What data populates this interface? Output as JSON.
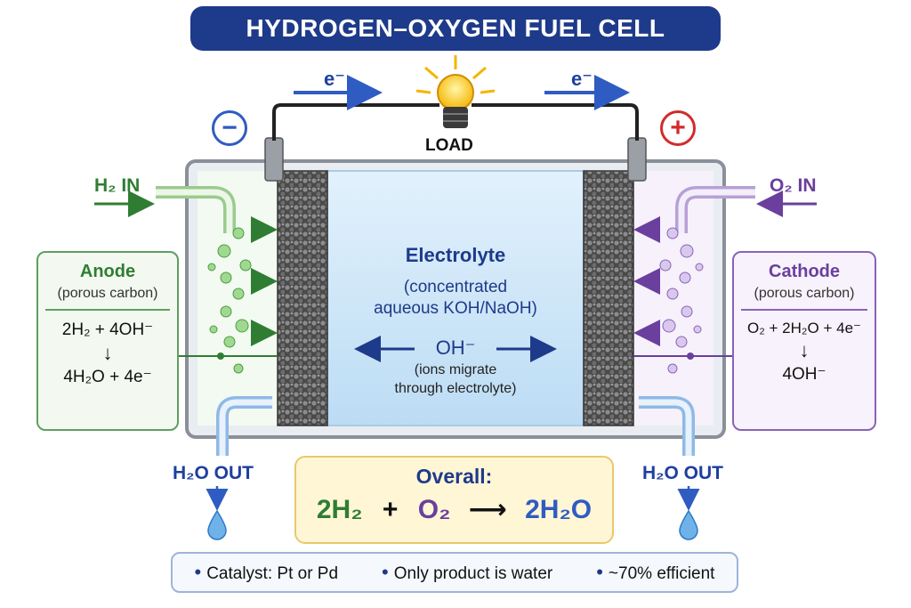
{
  "title": "HYDROGEN–OXYGEN FUEL CELL",
  "electron_flow": {
    "left": "e⁻",
    "right": "e⁻"
  },
  "load_label": "LOAD",
  "terminals": {
    "negative": "−",
    "positive": "+"
  },
  "inlets": {
    "h2": "H₂ IN",
    "o2": "O₂ IN"
  },
  "anode": {
    "title": "Anode",
    "subtitle": "(porous carbon)",
    "reactants": "2H₂ + 4OH⁻",
    "arrow": "↓",
    "products": "4H₂O + 4e⁻"
  },
  "cathode": {
    "title": "Cathode",
    "subtitle": "(porous carbon)",
    "reactants": "O₂ + 2H₂O + 4e⁻",
    "arrow": "↓",
    "products": "4OH⁻"
  },
  "electrolyte": {
    "title": "Electrolyte",
    "subtitle_line1": "(concentrated",
    "subtitle_line2": "aqueous KOH/NaOH)",
    "ion": "OH⁻",
    "ion_note_line1": "(ions migrate",
    "ion_note_line2": "through electrolyte)"
  },
  "outlets": {
    "left": "H₂O OUT",
    "right": "H₂O OUT"
  },
  "overall": {
    "title": "Overall:",
    "term1": "2H₂",
    "plus": "+",
    "term2": "O₂",
    "arrow": "⟶",
    "product": "2H₂O"
  },
  "info_bar": [
    "Catalyst: Pt or Pd",
    "Only product is water",
    "~70% efficient"
  ],
  "colors": {
    "banner": "#1e3a8a",
    "anode": "#2f7d32",
    "cathode": "#6a3f9d",
    "electrolyte": "#cfe6f8",
    "electron_arrow": "#2f5cc2",
    "negative": "#2f5cc2",
    "positive": "#d22b2b"
  }
}
